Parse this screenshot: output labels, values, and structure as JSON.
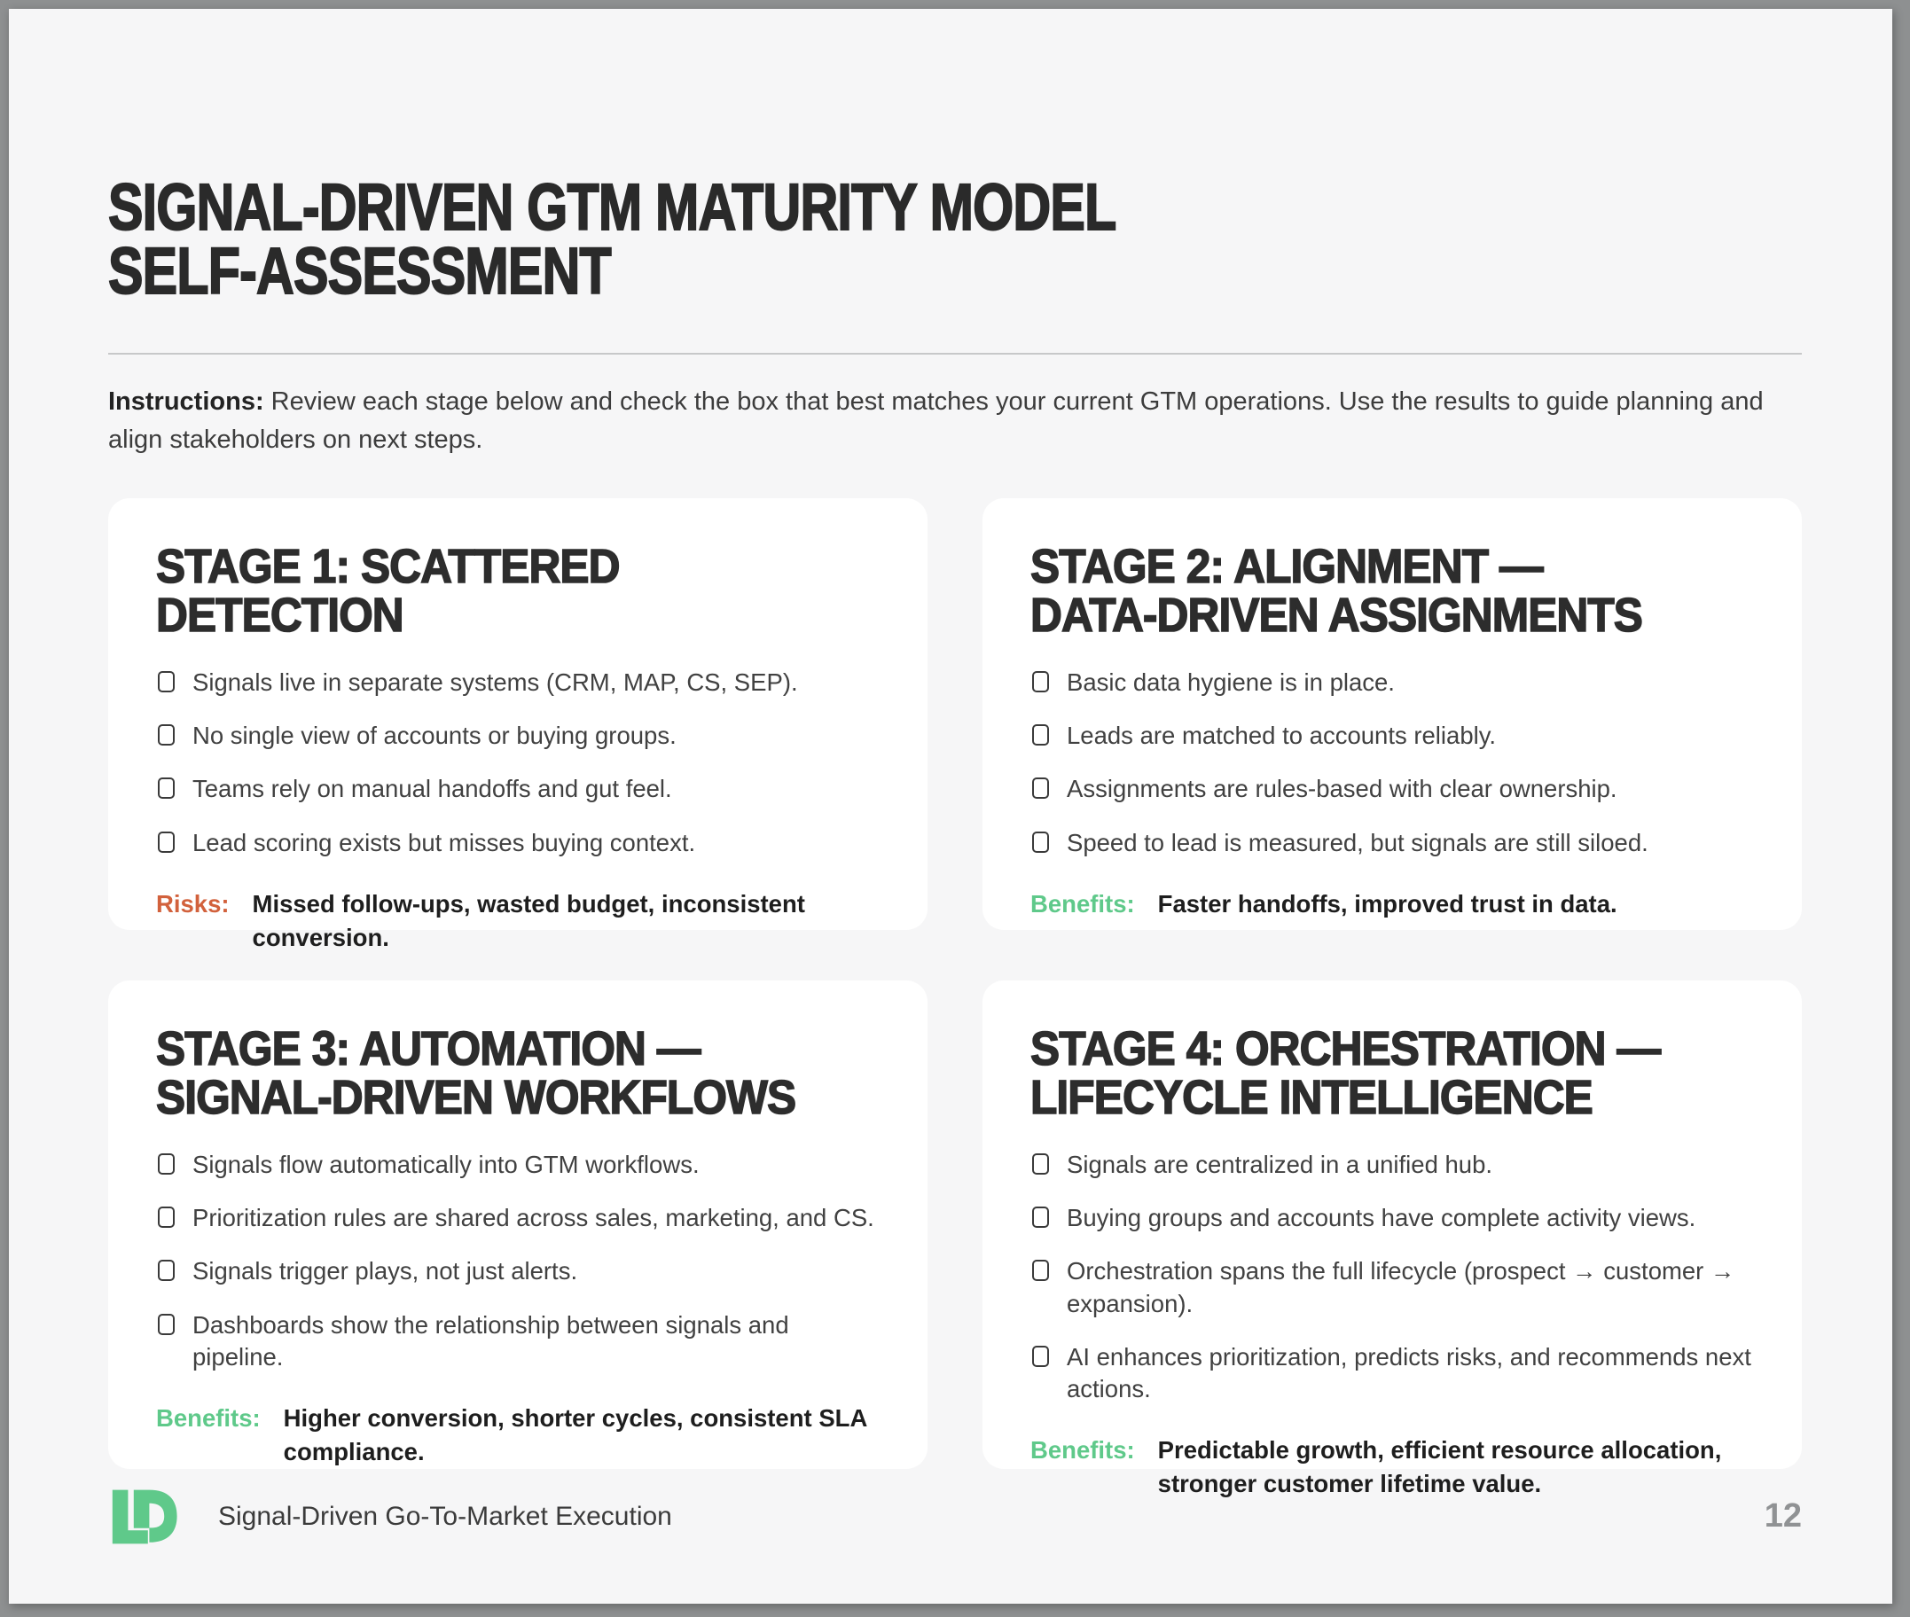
{
  "page": {
    "title": "SIGNAL-DRIVEN GTM MATURITY MODEL\nSELF-ASSESSMENT",
    "instructions": {
      "label": "Instructions:",
      "text": " Review each stage below and check the box that best matches your current GTM operations. Use the results to guide planning and align stakeholders on next steps."
    },
    "footer": {
      "brand_text": "Signal-Driven Go-To-Market Execution",
      "page_number": "12"
    },
    "colors": {
      "accent_green": "#5FC98A",
      "accent_orange": "#D2613C",
      "frame_gray": "#8E9091",
      "page_bg": "#F6F6F7",
      "card_bg": "#FFFFFF",
      "heading_text": "#2D2D2D",
      "body_text": "#414141",
      "page_number_gray": "#909294"
    }
  },
  "stages": [
    {
      "title": "STAGE 1: SCATTERED\nDETECTION",
      "items": [
        "Signals live in separate systems (CRM, MAP, CS, SEP).",
        "No single view of accounts or buying groups.",
        "Teams rely on manual handoffs and gut feel.",
        "Lead scoring exists but misses buying context."
      ],
      "summary_label": "Risks:",
      "summary_text": "Missed follow-ups, wasted budget, inconsistent conversion."
    },
    {
      "title": "STAGE 2: ALIGNMENT —\nDATA-DRIVEN ASSIGNMENTS",
      "items": [
        "Basic data hygiene is in place.",
        "Leads are matched to accounts reliably.",
        "Assignments are rules-based with clear ownership.",
        "Speed to lead is measured, but signals are still siloed."
      ],
      "summary_label": "Benefits:",
      "summary_text": "Faster handoffs, improved trust in data."
    },
    {
      "title": "STAGE 3: AUTOMATION —\nSIGNAL-DRIVEN WORKFLOWS",
      "items": [
        "Signals flow automatically into GTM workflows.",
        "Prioritization rules are shared across sales, marketing, and CS.",
        "Signals trigger plays, not just alerts.",
        "Dashboards show the relationship between signals and pipeline."
      ],
      "summary_label": "Benefits:",
      "summary_text": "Higher conversion, shorter cycles, consistent SLA compliance."
    },
    {
      "title": "STAGE 4: ORCHESTRATION —\nLIFECYCLE INTELLIGENCE",
      "items": [
        "Signals are centralized in a unified hub.",
        "Buying groups and accounts have complete activity views.",
        "Orchestration spans the full lifecycle (prospect → customer → expansion).",
        "AI enhances prioritization, predicts risks, and recommends next actions."
      ],
      "summary_label": "Benefits:",
      "summary_text": "Predictable growth, efficient resource allocation, stronger customer lifetime value."
    }
  ]
}
